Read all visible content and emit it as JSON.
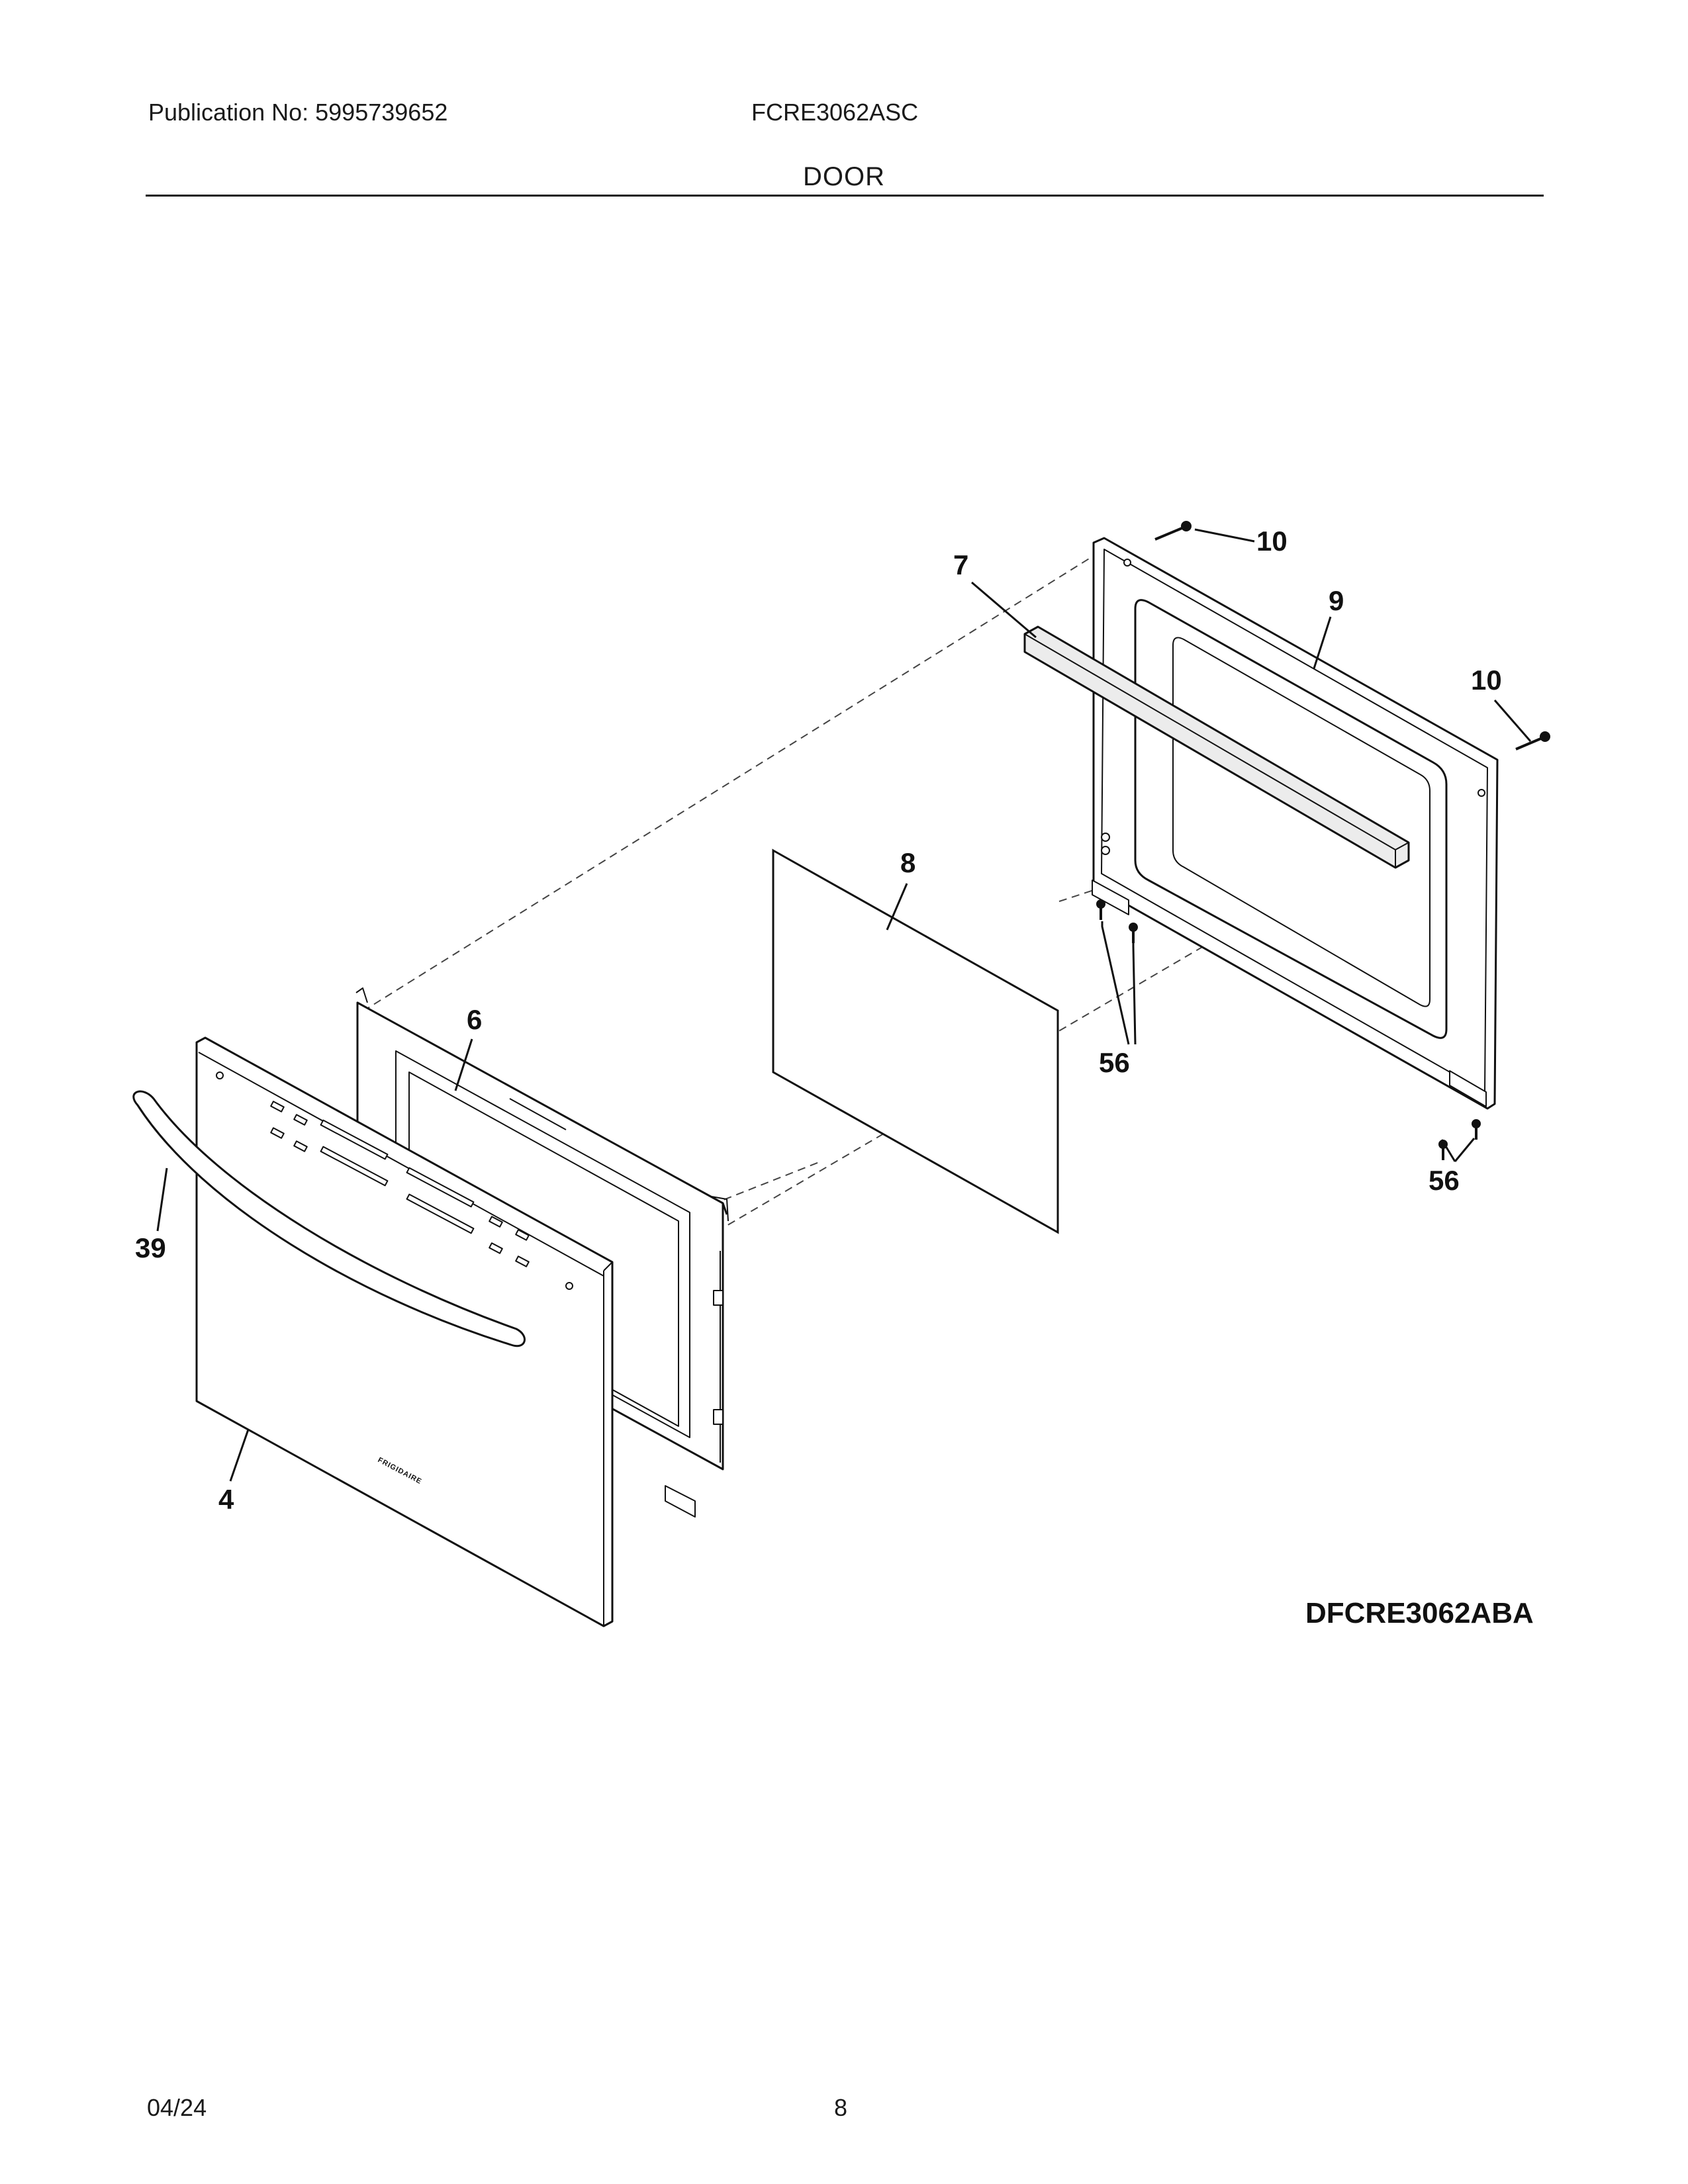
{
  "header": {
    "publication": "Publication No: 5995739652",
    "model": "FCRE3062ASC",
    "section": "DOOR"
  },
  "diagram": {
    "callouts": {
      "c10a": "10",
      "c7": "7",
      "c9": "9",
      "c10b": "10",
      "c8": "8",
      "c6": "6",
      "c56a": "56",
      "c56b": "56",
      "c39": "39",
      "c4": "4"
    },
    "brand_mark": "FRIGIDAIRE",
    "diagram_code": "DFCRE3062ABA"
  },
  "footer": {
    "date": "04/24",
    "page": "8"
  }
}
